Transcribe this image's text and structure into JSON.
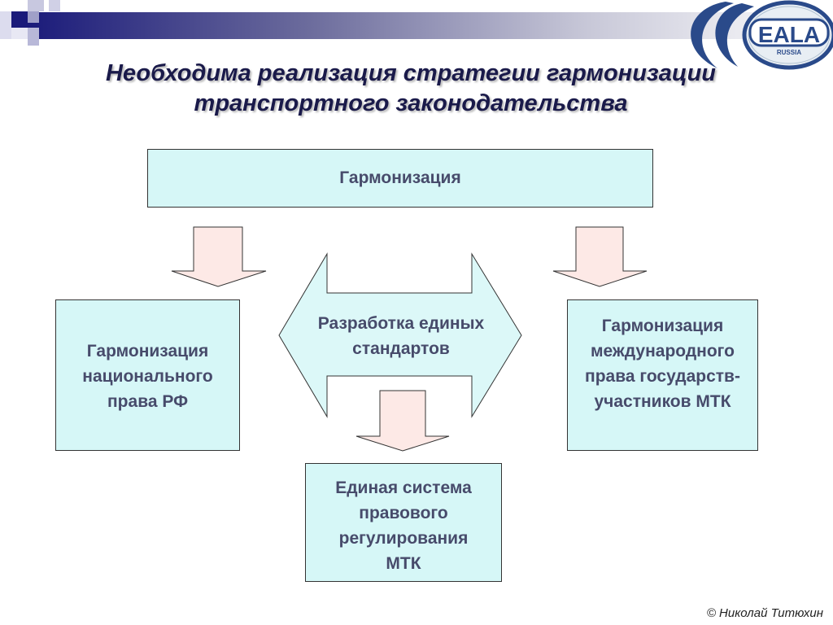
{
  "logo": {
    "text": "EALA",
    "subtext": "RUSSIA"
  },
  "title": {
    "line1": "Необходима реализация стратегии гармонизации",
    "line2": "транспортного законодательства"
  },
  "diagram": {
    "top_box": "Гармонизация",
    "left_box": "Гармонизация национального права РФ",
    "center_arrow": "Разработка единых стандартов",
    "right_box": "Гармонизация международного права государств-участников МТК",
    "bottom_box": "Единая система правового регулирования МТК"
  },
  "footer": {
    "copyright": "© Николай Титюхин"
  },
  "colors": {
    "box_fill": "#d6f7f7",
    "arrow_fill": "#fde9e6",
    "text": "#474b6b",
    "title": "#1a1a4a"
  }
}
